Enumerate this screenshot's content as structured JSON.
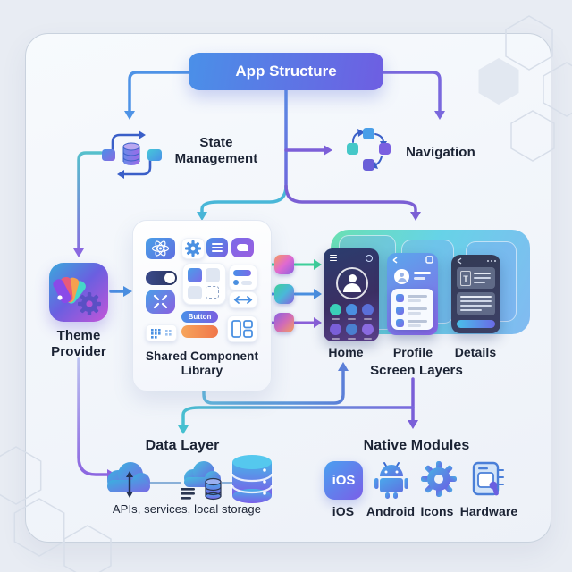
{
  "diagram": {
    "title": "App Structure",
    "state_management": {
      "label": "State Management",
      "icon": "sync-database-icon"
    },
    "navigation": {
      "label": "Navigation",
      "icon": "route-nodes-icon"
    },
    "theme_provider": {
      "label": "Theme Provider",
      "icon": "palette-gear-icon"
    },
    "component_library": {
      "label": "Shared Component Library",
      "button_label": "Button",
      "tiles": [
        "react-icon",
        "gear-icon",
        "list-icon",
        "chat-bubble-icon",
        "toggle-switch",
        "card-squares",
        "pill-group",
        "sparkle-x-icon",
        "arrow-horizontal-icon",
        "button-pill",
        "dot-grid-icon",
        "orange-pill",
        "layout-icon"
      ]
    },
    "screen_layers": {
      "label": "Screen Layers",
      "details_card_letter": "T",
      "screens": [
        {
          "name": "Home"
        },
        {
          "name": "Profile"
        },
        {
          "name": "Details"
        }
      ]
    },
    "data_layer": {
      "label": "Data Layer",
      "caption": "APIs, services, local storage",
      "icons": [
        "cloud-sync-icon",
        "cloud-services-icon",
        "database-icon"
      ]
    },
    "native_modules": {
      "label": "Native Modules",
      "items": [
        {
          "label": "iOS",
          "badge": "iOS",
          "icon": "ios-badge-icon"
        },
        {
          "label": "Android",
          "icon": "android-icon"
        },
        {
          "label": "Icons",
          "icon": "gear-icon"
        },
        {
          "label": "Hardware",
          "icon": "chip-touch-icon"
        }
      ]
    },
    "edges": [
      {
        "from": "App Structure",
        "to": "State Management"
      },
      {
        "from": "App Structure",
        "to": "Navigation"
      },
      {
        "from": "App Structure",
        "to": "Shared Component Library"
      },
      {
        "from": "App Structure",
        "to": "Screen Layers"
      },
      {
        "from": "State Management",
        "to": "Theme Provider"
      },
      {
        "from": "Theme Provider",
        "to": "Shared Component Library"
      },
      {
        "from": "Theme Provider",
        "to": "Data Layer"
      },
      {
        "from": "Shared Component Library",
        "to": "Home"
      },
      {
        "from": "Shared Component Library",
        "to": "Screen Layers"
      },
      {
        "from": "Screen Layers",
        "to": "Data Layer"
      },
      {
        "from": "Screen Layers",
        "to": "Native Modules"
      }
    ],
    "colors": {
      "accent_blue": "#4a90e8",
      "accent_purple": "#7b5fe0",
      "accent_teal": "#45c0d0",
      "accent_green": "#3ecf9a",
      "accent_orange": "#f5924e",
      "text": "#1b2334",
      "board_bg": "#f5f8fc"
    }
  }
}
